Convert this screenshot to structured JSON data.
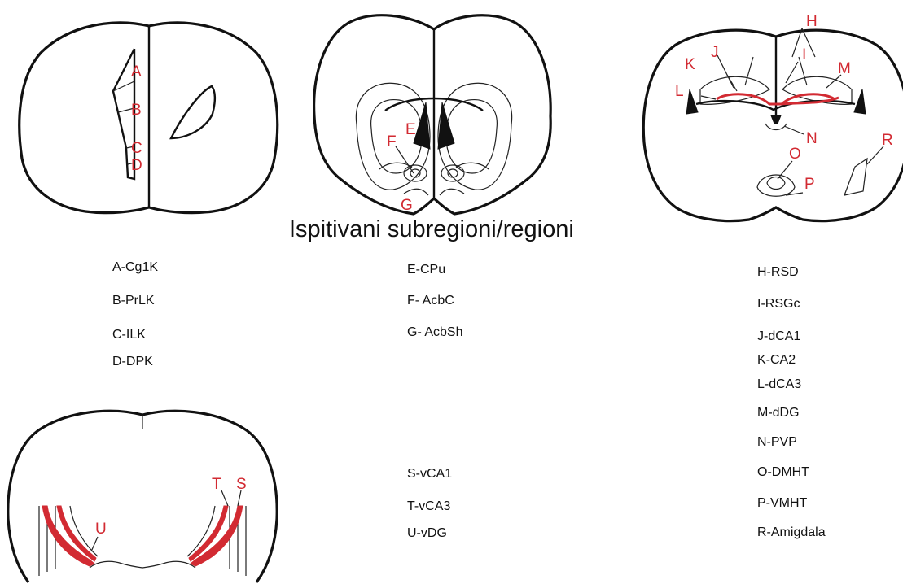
{
  "title": "Ispitivani subregioni/regioni",
  "colors": {
    "region_marker": "#d22a32",
    "outline": "#111111",
    "background": "#ffffff"
  },
  "sections": {
    "prefrontal": {
      "markers": [
        "A",
        "B",
        "C",
        "D"
      ]
    },
    "striatum": {
      "markers": [
        "E",
        "F",
        "G"
      ]
    },
    "dorsal_hippocampus": {
      "markers": [
        "H",
        "I",
        "J",
        "K",
        "L",
        "M",
        "N",
        "O",
        "P",
        "R"
      ]
    },
    "ventral_hippocampus": {
      "markers": [
        "T",
        "S",
        "U"
      ]
    }
  },
  "legend": {
    "col1": [
      "A-Cg1K",
      "B-PrLK",
      "C-ILK",
      "D-DPK"
    ],
    "col2": [
      "E-CPu",
      "F- AcbC",
      "G- AcbSh"
    ],
    "col2b": [
      "S-vCA1",
      "T-vCA3",
      "U-vDG"
    ],
    "col3": [
      "H-RSD",
      "I-RSGc",
      "J-dCA1",
      "K-CA2",
      "L-dCA3",
      "M-dDG",
      "N-PVP",
      "O-DMHT",
      "P-VMHT",
      "R-Amigdala"
    ]
  }
}
